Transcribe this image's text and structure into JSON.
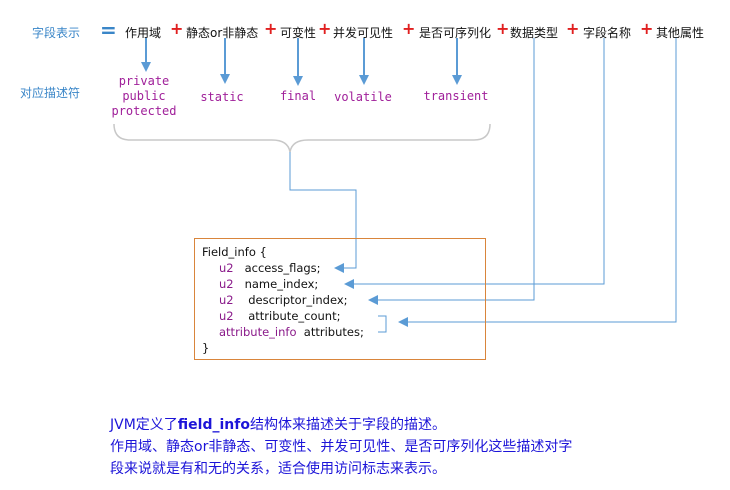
{
  "labels": {
    "field_repr": "字段表示",
    "modifiers": "对应描述符",
    "equals": "="
  },
  "parts": [
    "作用域",
    "静态or非静态",
    "可变性",
    "并发可见性",
    "是否可序列化",
    "数据类型",
    "字段名称",
    "其他属性"
  ],
  "plus": "+",
  "modifiers": {
    "access": [
      "private",
      "public",
      "protected"
    ],
    "static": "static",
    "final": "final",
    "volatile": "volatile",
    "transient": "transient"
  },
  "struct": {
    "open": "Field_info {",
    "rows": [
      {
        "type": "u2",
        "name": "access_flags;"
      },
      {
        "type": "u2",
        "name": "name_index;"
      },
      {
        "type": "u2",
        "name": "descriptor_index;"
      },
      {
        "type": "u2",
        "name": "attribute_count;"
      },
      {
        "type": "attribute_info",
        "name": "attributes;"
      }
    ],
    "close": "}"
  },
  "note": {
    "line1_prefix": "JVM定义了",
    "line1_bold": "field_info",
    "line1_suffix": "结构体来描述关于字段的描述。",
    "line2": "作用域、静态or非静态、可变性、并发可见性、是否可序列化这些描述对字",
    "line3": "段来说就是有和无的关系，适合使用访问标志来表示。"
  },
  "colors": {
    "label": "#3a86c8",
    "plus": "#e02020",
    "modifier": "#a0209a",
    "arrow": "#5b9bd5",
    "box_border": "#d9853b",
    "note": "#1c14d8"
  }
}
